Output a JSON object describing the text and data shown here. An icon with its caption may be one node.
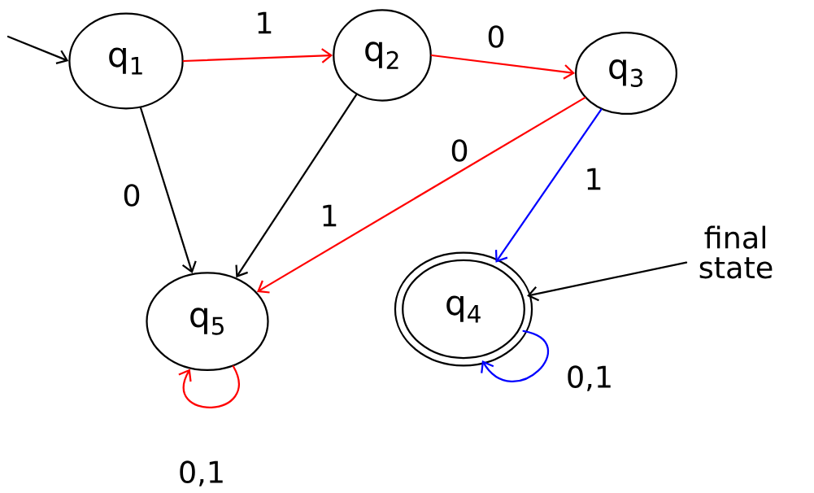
{
  "diagram": {
    "nodes": [
      {
        "text": [
          "q$_{1}$"
        ]
      },
      {
        "text": [
          "q$_{2}$"
        ]
      },
      {
        "text": [
          "q$_{3}$"
        ]
      },
      {
        "text": [
          "q$_{4}$"
        ]
      },
      {
        "text": [
          "q$_{5}$"
        ]
      },
      {
        "text": [
          "final state"
        ]
      }
    ],
    "edges": [
      {
        "from": null,
        "to": 0,
        "arrow": "to"
      },
      {
        "from": 0,
        "to": 1,
        "arrow": "to",
        "label": "1",
        "color": "#ff0000"
      },
      {
        "from": 1,
        "to": 2,
        "arrow": "to",
        "label": "0",
        "color": "#ff0000"
      },
      {
        "from": 0,
        "to": 4,
        "arrow": "to",
        "label": "0"
      },
      {
        "from": 1,
        "to": 4,
        "arrow": "to",
        "label": "1"
      },
      {
        "from": 2,
        "to": 4,
        "arrow": "to",
        "label": "0",
        "color": "#ff0000"
      },
      {
        "from": 2,
        "to": 3,
        "arrow": "to",
        "label": "1",
        "color": "#0000ff"
      },
      {
        "from": 3,
        "to": 3,
        "arrow": "to",
        "label": "0,1",
        "color": "#0000ff"
      },
      {
        "from": 4,
        "to": 4,
        "arrow": "to",
        "label": "0,1",
        "color": "#ff0000"
      },
      {
        "from": 5,
        "to": 3,
        "arrow": "to"
      }
    ]
  }
}
